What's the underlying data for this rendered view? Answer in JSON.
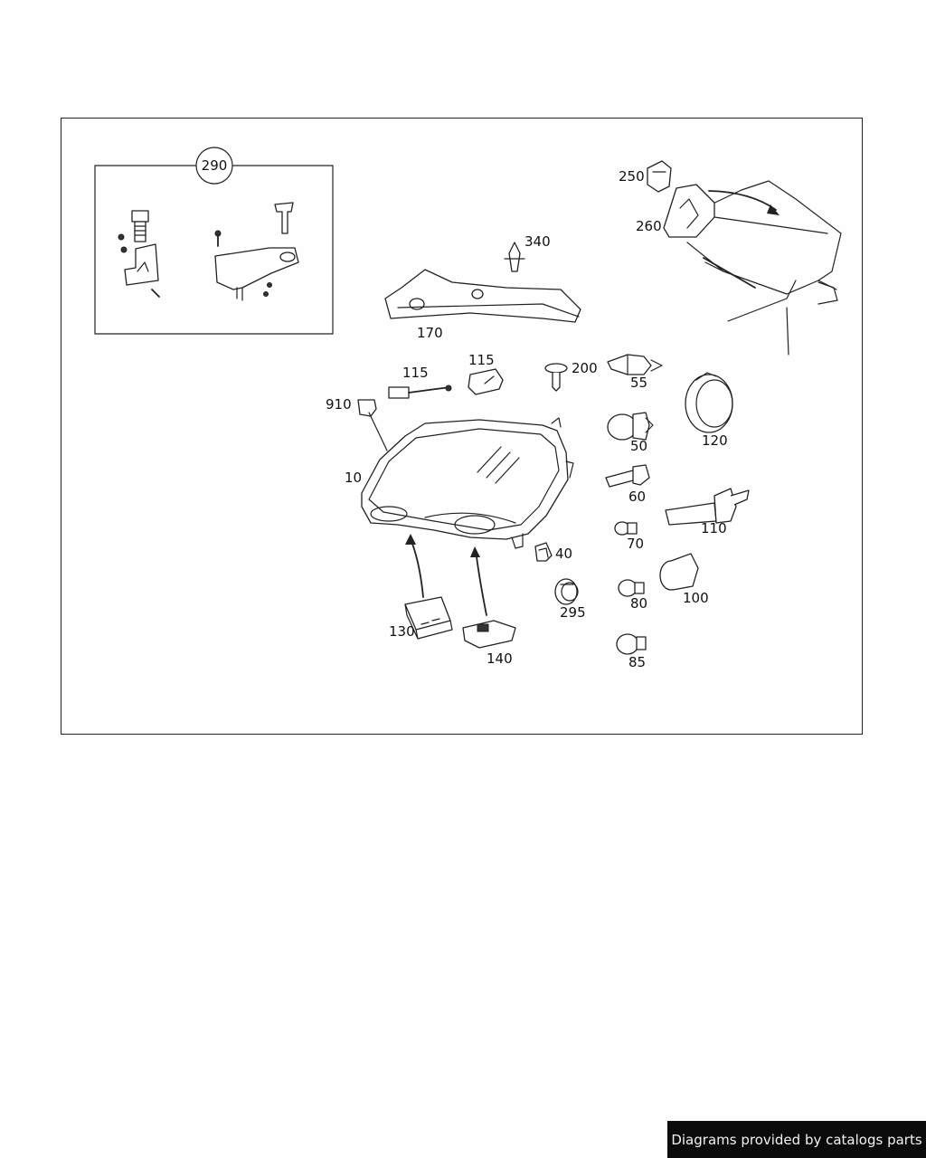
{
  "labels": {
    "l290": "290",
    "l250": "250",
    "l260": "260",
    "l340": "340",
    "l170": "170",
    "l115a": "115",
    "l115b": "115",
    "l200": "200",
    "l55": "55",
    "l910": "910",
    "l50": "50",
    "l120": "120",
    "l10": "10",
    "l60": "60",
    "l110": "110",
    "l70": "70",
    "l40": "40",
    "l295": "295",
    "l80": "80",
    "l100": "100",
    "l130": "130",
    "l140": "140",
    "l85": "85"
  },
  "footer": {
    "credit": "Diagrams provided by catalogs parts"
  }
}
